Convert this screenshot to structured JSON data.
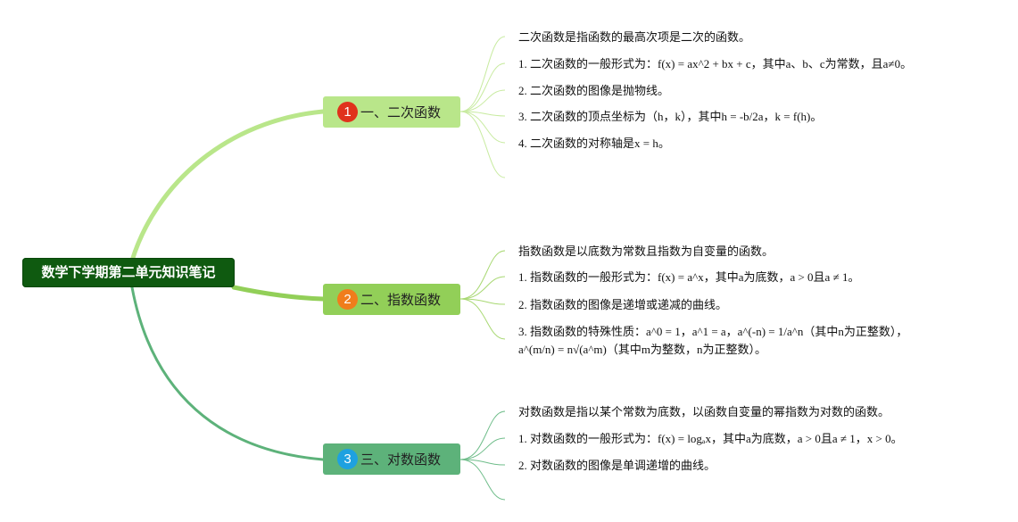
{
  "root": {
    "label": "数学下学期第二单元知识笔记"
  },
  "colors": {
    "root_bg": "#0f5a10",
    "branch1_bg": "#b9e68a",
    "branch2_bg": "#92cf58",
    "branch3_bg": "#5db27a",
    "badge1": "#e0321c",
    "badge2": "#f07d1c",
    "badge3": "#1ea1e0",
    "line1": "#b9e68a",
    "line2": "#92cf58",
    "line3": "#5db27a"
  },
  "branches": [
    {
      "badge": "1",
      "label": "一、二次函数",
      "items": [
        "二次函数是指函数的最高次项是二次的函数。",
        "1. 二次函数的一般形式为：f(x) = ax^2 + bx + c，其中a、b、c为常数，且a≠0。",
        "2. 二次函数的图像是抛物线。",
        "3. 二次函数的顶点坐标为（h，k），其中h = -b/2a，k = f(h)。",
        "4. 二次函数的对称轴是x = h。"
      ]
    },
    {
      "badge": "2",
      "label": "二、指数函数",
      "items": [
        "指数函数是以底数为常数且指数为自变量的函数。",
        "1. 指数函数的一般形式为：f(x) = a^x，其中a为底数，a > 0且a ≠ 1。",
        "2. 指数函数的图像是递增或递减的曲线。",
        "3. 指数函数的特殊性质：a^0 = 1，a^1 = a，a^(-n) = 1/a^n（其中n为正整数），",
        "a^(m/n) = n√(a^m)（其中m为整数，n为正整数）。"
      ]
    },
    {
      "badge": "3",
      "label": "三、对数函数",
      "items": [
        "对数函数是指以某个常数为底数，以函数自变量的幂指数为对数的函数。",
        "1. 对数函数的一般形式为：f(x) = logₐx，其中a为底数，a > 0且a ≠ 1，x > 0。",
        "2. 对数函数的图像是单调递增的曲线。"
      ]
    }
  ]
}
